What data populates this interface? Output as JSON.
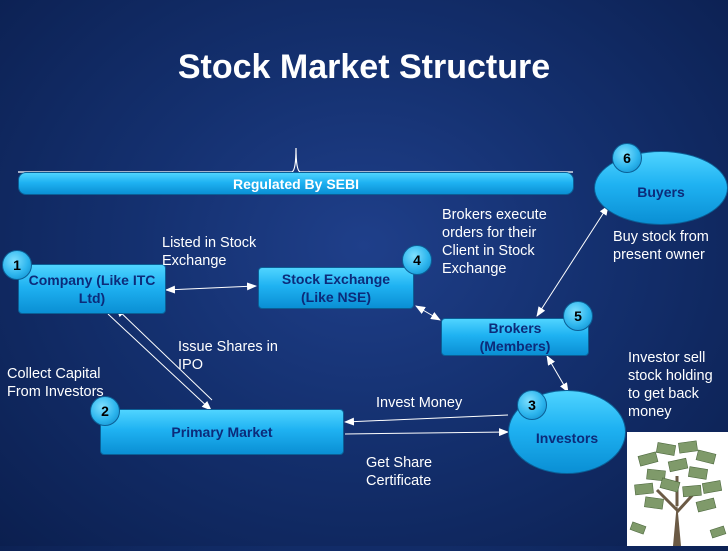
{
  "title": "Stock Market Structure",
  "regulator": {
    "label": "Regulated By SEBI"
  },
  "nodes": {
    "company": "Company (Like ITC Ltd)",
    "stock_exchange": "Stock Exchange (Like NSE)",
    "brokers": "Brokers (Members)",
    "buyers": "Buyers",
    "primary_market": "Primary Market",
    "investors": "Investors"
  },
  "badges": {
    "b1": "1",
    "b2": "2",
    "b3": "3",
    "b4": "4",
    "b5": "5",
    "b6": "6"
  },
  "labels": {
    "listed": "Listed in Stock Exchange",
    "brokers_execute": "Brokers execute orders for their Client in Stock Exchange",
    "buy_stock": "Buy stock from present owner",
    "issue_shares": "Issue Shares in IPO",
    "collect_capital": "Collect Capital From Investors",
    "invest_money": "Invest Money",
    "investor_sell": "Investor sell stock holding to get back money",
    "get_share": "Get Share Certificate"
  },
  "colors": {
    "box_fill": "#1fb2f2",
    "box_text": "#0c2b7a",
    "background": "#14306f"
  },
  "decor": {
    "tree": "money-tree-image"
  }
}
